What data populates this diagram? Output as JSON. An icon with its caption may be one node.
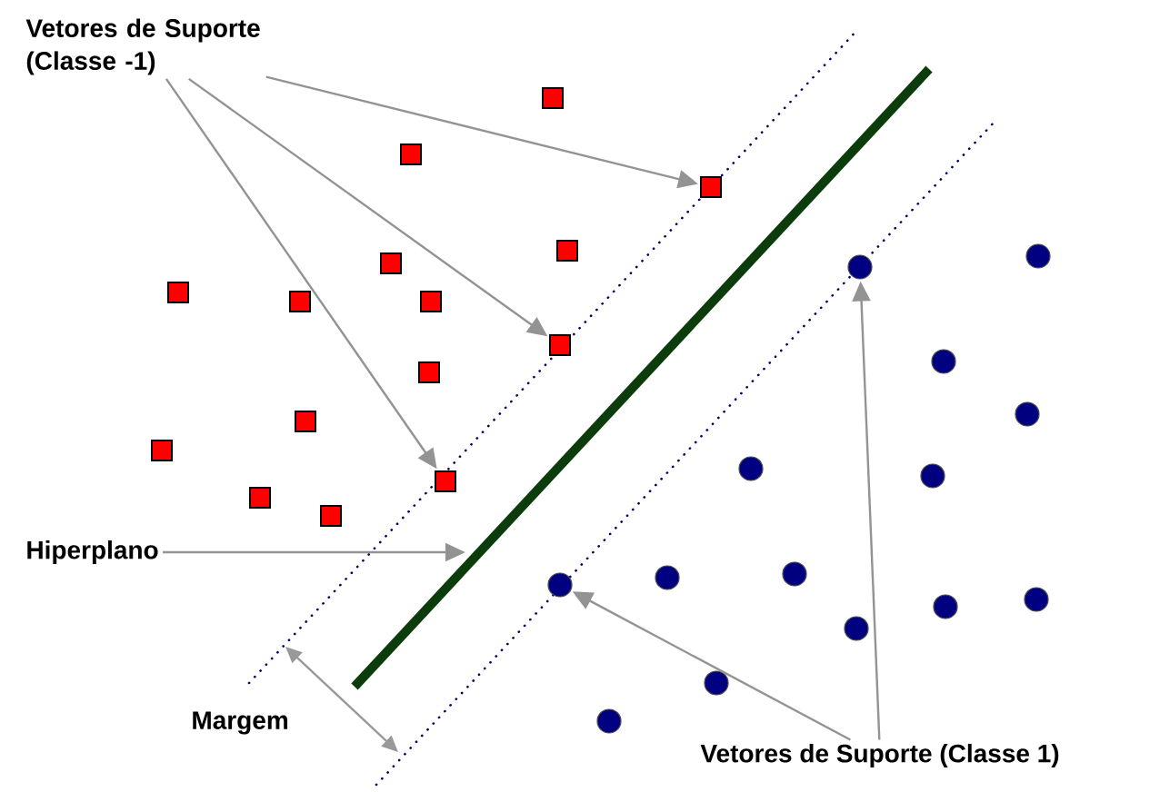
{
  "diagram": {
    "nodes": [
      {
        "text": [
          "Vetores de Suporte (Classe -1)"
        ]
      },
      {
        "text": [
          "Hiperplano"
        ]
      },
      {
        "text": [],
        "shape": "box"
      },
      {
        "text": [],
        "shape": "box"
      },
      {
        "text": [],
        "shape": "box"
      },
      {
        "text": [],
        "shape": "box"
      },
      {
        "text": [],
        "shape": "box"
      },
      {
        "text": [],
        "shape": "box"
      },
      {
        "text": [],
        "shape": "box"
      },
      {
        "text": [],
        "shape": "box"
      },
      {
        "text": [],
        "shape": "box"
      },
      {
        "text": [],
        "shape": "box"
      },
      {
        "text": [],
        "shape": "box"
      },
      {
        "text": [],
        "shape": "box"
      },
      {
        "text": [],
        "shape": "box"
      },
      {
        "text": [],
        "shape": "box"
      },
      {
        "text": [],
        "shape": "box"
      },
      {
        "text": [],
        "shape": "circle"
      },
      {
        "text": [],
        "shape": "circle"
      },
      {
        "text": [],
        "shape": "circle"
      },
      {
        "text": [],
        "shape": "circle"
      },
      {
        "text": [],
        "shape": "circle"
      },
      {
        "text": [],
        "shape": "circle"
      },
      {
        "text": [],
        "shape": "circle"
      },
      {
        "text": [],
        "shape": "circle"
      },
      {
        "text": [],
        "shape": "circle"
      },
      {
        "text": [],
        "shape": "circle"
      },
      {
        "text": [],
        "shape": "circle"
      },
      {
        "text": [],
        "shape": "circle"
      },
      {
        "text": [],
        "shape": "circle"
      },
      {
        "text": [],
        "shape": "circle"
      },
      {
        "text": [
          "Vetores de Suporte (Classe 1)"
        ]
      }
    ],
    "edges": [
      {
        "from": 0,
        "to": 4,
        "arrow": "to"
      },
      {
        "from": 0,
        "to": 10,
        "arrow": "to"
      },
      {
        "from": 0,
        "to": 14,
        "arrow": "to"
      },
      {
        "from": 1,
        "to": null,
        "arrow": "to"
      },
      {
        "from": 31,
        "to": 18,
        "arrow": "to"
      },
      {
        "from": 31,
        "to": 26,
        "arrow": "to"
      }
    ],
    "labels": [
      "Margem"
    ]
  }
}
